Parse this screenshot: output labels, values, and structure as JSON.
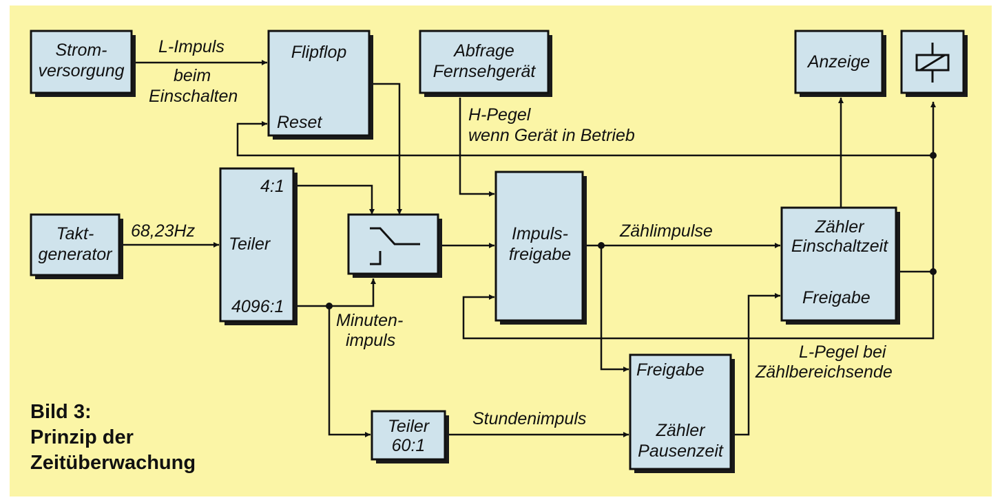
{
  "caption": {
    "line1": "Bild 3:",
    "line2": "Prinzip der",
    "line3": "Zeitüberwachung"
  },
  "blocks": {
    "stromversorgung": [
      "Strom-",
      "versorgung"
    ],
    "flipflop": "Flipflop",
    "flipflop_reset": "Reset",
    "abfrage": [
      "Abfrage",
      "Fernsehgerät"
    ],
    "anzeige": "Anzeige",
    "taktgenerator": [
      "Takt-",
      "generator"
    ],
    "teiler_main": "Teiler",
    "teiler_4": "4:1",
    "teiler_4096": "4096:1",
    "impulsfreigabe": [
      "Impuls-",
      "freigabe"
    ],
    "zaehler_einschaltzeit": [
      "Zähler",
      "Einschaltzeit"
    ],
    "zaehler_einschaltzeit_freigabe": "Freigabe",
    "teiler_60": [
      "Teiler",
      "60:1"
    ],
    "zaehler_pausenzeit_freigabe": "Freigabe",
    "zaehler_pausenzeit": [
      "Zähler",
      "Pausenzeit"
    ]
  },
  "signals": {
    "l_impuls": "L-Impuls",
    "beim_einschalten": [
      "beim",
      "Einschalten"
    ],
    "h_pegel": [
      "H-Pegel",
      "wenn Gerät in Betrieb"
    ],
    "frequenz": "68,23Hz",
    "zaehlimpulse": "Zählimpulse",
    "minutenimpuls": [
      "Minuten-",
      "impuls"
    ],
    "l_pegel": [
      "L-Pegel bei",
      "Zählbereichsende"
    ],
    "stundenimpuls": "Stundenimpuls"
  },
  "colors": {
    "background": "#fbf5a6",
    "block_fill": "#cfe3ec",
    "line": "#111111"
  },
  "icons": {
    "relay": "relay-icon",
    "switch": "switch-icon"
  }
}
